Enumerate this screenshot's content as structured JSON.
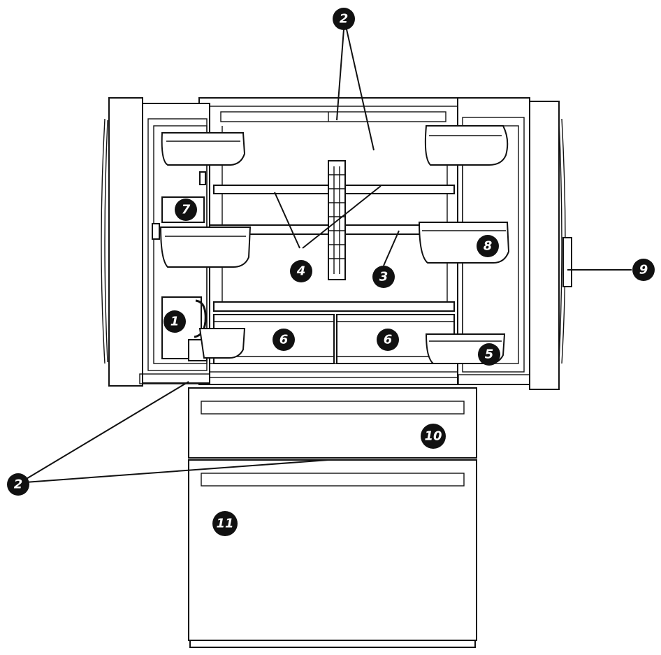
{
  "callouts": {
    "c1": "1",
    "c2_top": "2",
    "c2_bottom": "2",
    "c3": "3",
    "c4": "4",
    "c5": "5",
    "c6_left": "6",
    "c6_right": "6",
    "c7": "7",
    "c8": "8",
    "c9": "9",
    "c10": "10",
    "c11": "11"
  }
}
